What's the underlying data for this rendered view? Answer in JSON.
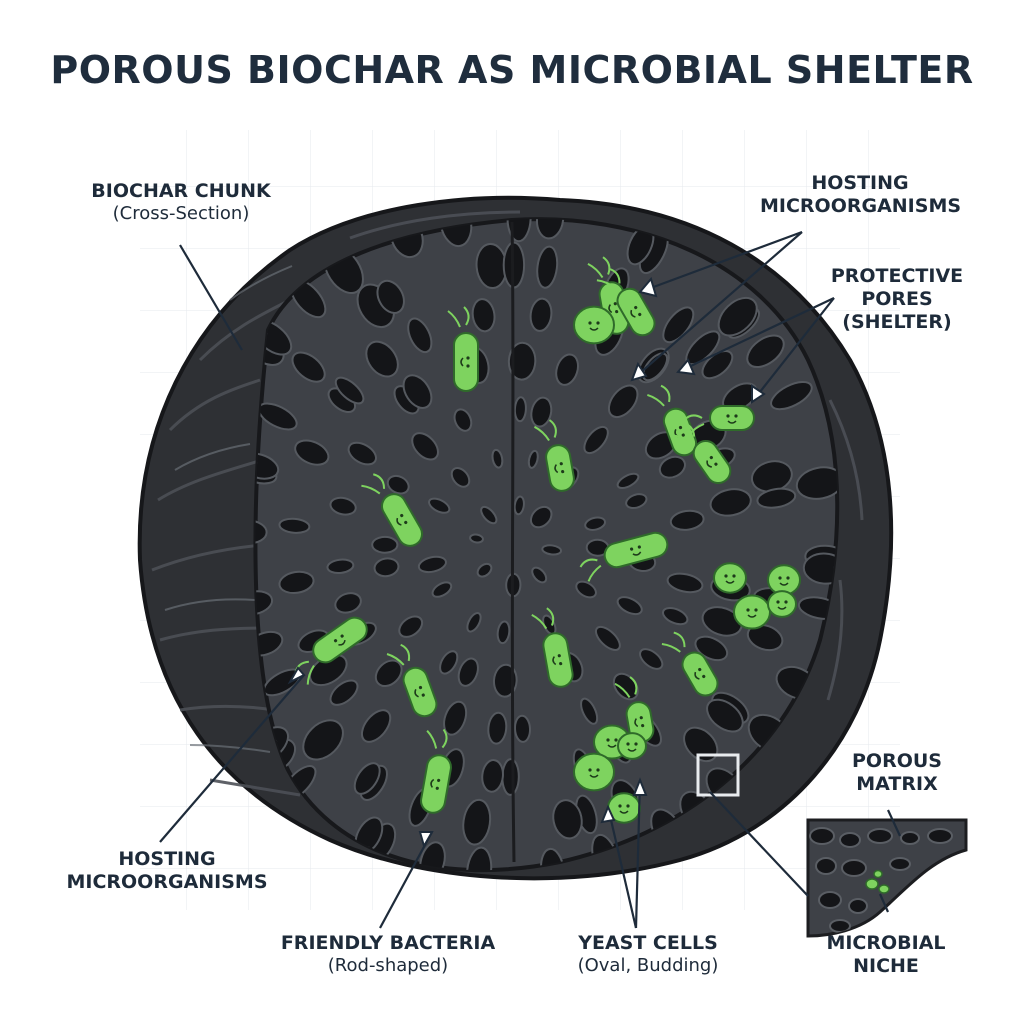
{
  "title": "POROUS BIOCHAR AS MICROBIAL SHELTER",
  "labels": {
    "biochar_chunk": {
      "main": "BIOCHAR CHUNK",
      "sub": "(Cross-Section)"
    },
    "hosting_top": {
      "line1": "HOSTING",
      "line2": "MICROORGANISMS"
    },
    "protective_pores": {
      "line1": "PROTECTIVE",
      "line2": "PORES",
      "line3": "(SHELTER)"
    },
    "hosting_left": {
      "line1": "HOSTING",
      "line2": "MICROORGANISMS"
    },
    "friendly_bacteria": {
      "main": "FRIENDLY BACTERIA",
      "sub": "(Rod-shaped)"
    },
    "yeast_cells": {
      "main": "YEAST CELLS",
      "sub": "(Oval, Budding)"
    },
    "porous_matrix": {
      "line1": "POROUS",
      "line2": "MATRIX"
    },
    "microbial_niche": {
      "line1": "MICROBIAL",
      "line2": "NICHE"
    }
  },
  "colors": {
    "char_dark": "#2b2d31",
    "char_mid": "#3c3f44",
    "char_light": "#5a5e64",
    "pore": "#141518",
    "microbe": "#7ed35f",
    "microbe_stroke": "#2f6b2a",
    "text": "#1e2b3a"
  },
  "icons": {
    "bacteria": "rod-bacterium-icon",
    "yeast": "budding-yeast-icon",
    "magnifier_box": "zoom-square-icon"
  }
}
